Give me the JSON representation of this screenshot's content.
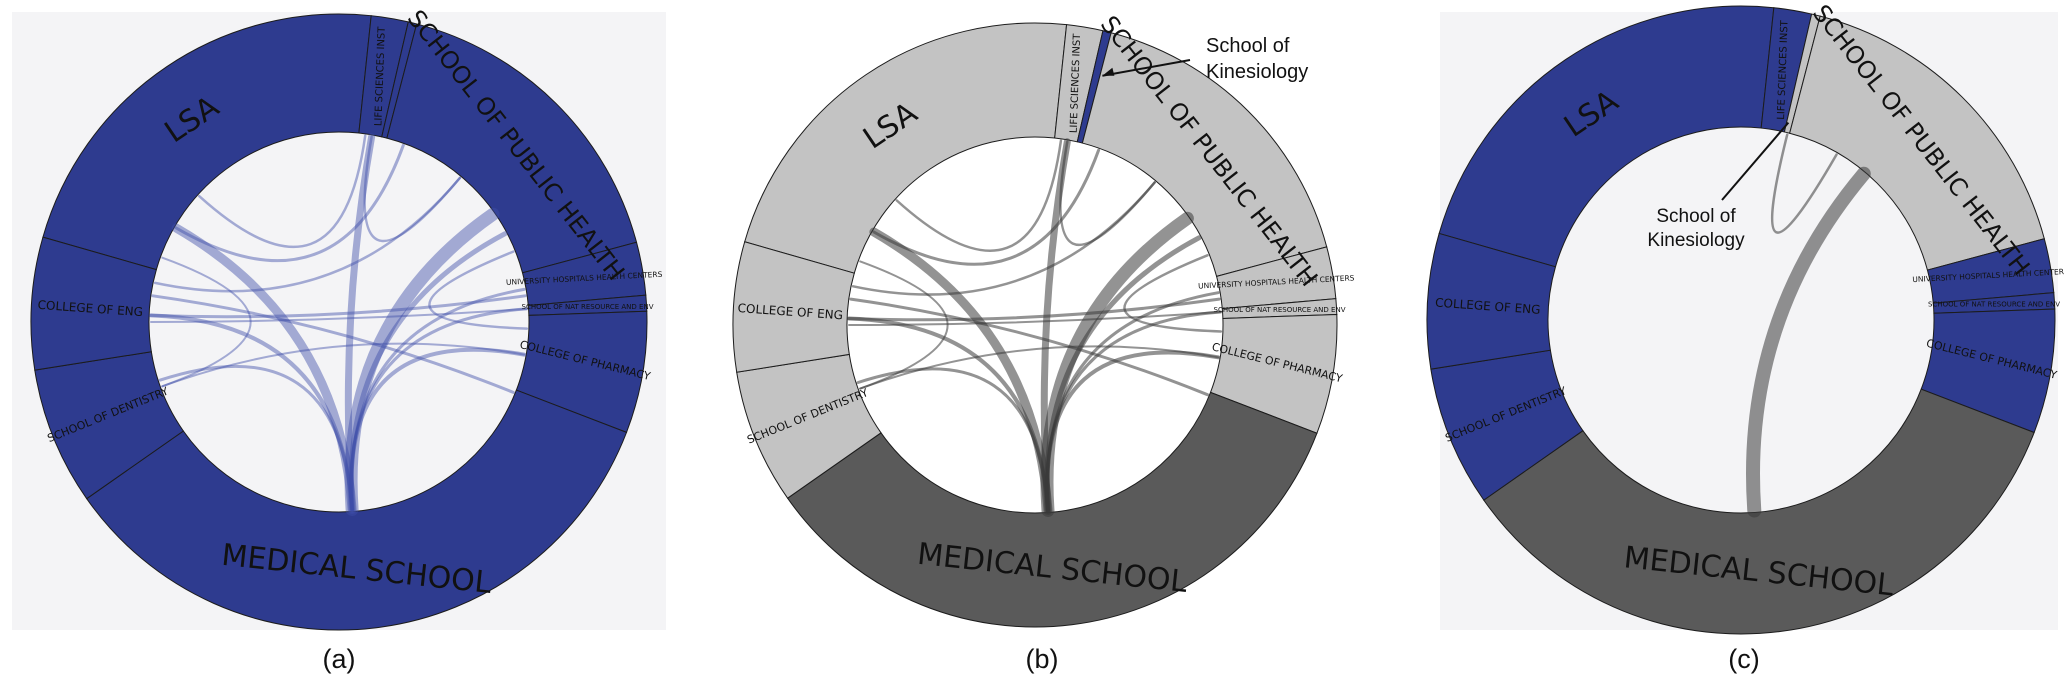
{
  "colors": {
    "blue": "#2e3b8f",
    "light_gray": "#c3c3c3",
    "dark_gray": "#5a5a5a",
    "segment_border": "#1c1c1c",
    "chord_blue": "#3e4ea8",
    "chord_gray": "#3a3a3a"
  },
  "segment_labels": {
    "lsa": "LSA",
    "life_sci": "LIFE SCIENCES INST",
    "public_health": "SCHOOL OF PUBLIC HEALTH",
    "uh_centers": "UNIVERSITY HOSPITALS HEALTH CENTERS",
    "nat_res": "SCHOOL OF NAT RESOURCE AND ENV",
    "pharmacy": "COLLEGE OF PHARMACY",
    "medical": "MEDICAL SCHOOL",
    "dentistry": "SCHOOL OF DENTISTRY",
    "engineering": "COLLEGE OF ENG"
  },
  "panels": [
    {
      "caption": "(a)",
      "fills": {
        "lsa": "blue",
        "life_sci": "blue",
        "kinesiology": "blue",
        "public_health": "blue",
        "uh_centers": "blue",
        "nat_res": "blue",
        "pharmacy": "blue",
        "medical": "blue",
        "dentistry": "blue",
        "engineering": "blue"
      },
      "chord_style": "blue",
      "chords": "all"
    },
    {
      "caption": "(b)",
      "fills": {
        "lsa": "light_gray",
        "life_sci": "light_gray",
        "kinesiology": "blue",
        "public_health": "light_gray",
        "uh_centers": "light_gray",
        "nat_res": "light_gray",
        "pharmacy": "light_gray",
        "medical": "dark_gray",
        "dentistry": "light_gray",
        "engineering": "light_gray"
      },
      "chord_style": "gray",
      "chords": "all",
      "callout": {
        "line1": "School of",
        "line2": "Kinesiology"
      }
    },
    {
      "caption": "(c)",
      "fills": {
        "lsa": "blue",
        "life_sci": "blue",
        "kinesiology": "light_gray",
        "public_health": "light_gray",
        "uh_centers": "blue",
        "nat_res": "blue",
        "pharmacy": "blue",
        "medical": "dark_gray",
        "dentistry": "blue",
        "engineering": "blue"
      },
      "chord_style": "gray",
      "chords": "kinesiology",
      "callout": {
        "line1": "School of",
        "line2": "Kinesiology"
      }
    }
  ]
}
